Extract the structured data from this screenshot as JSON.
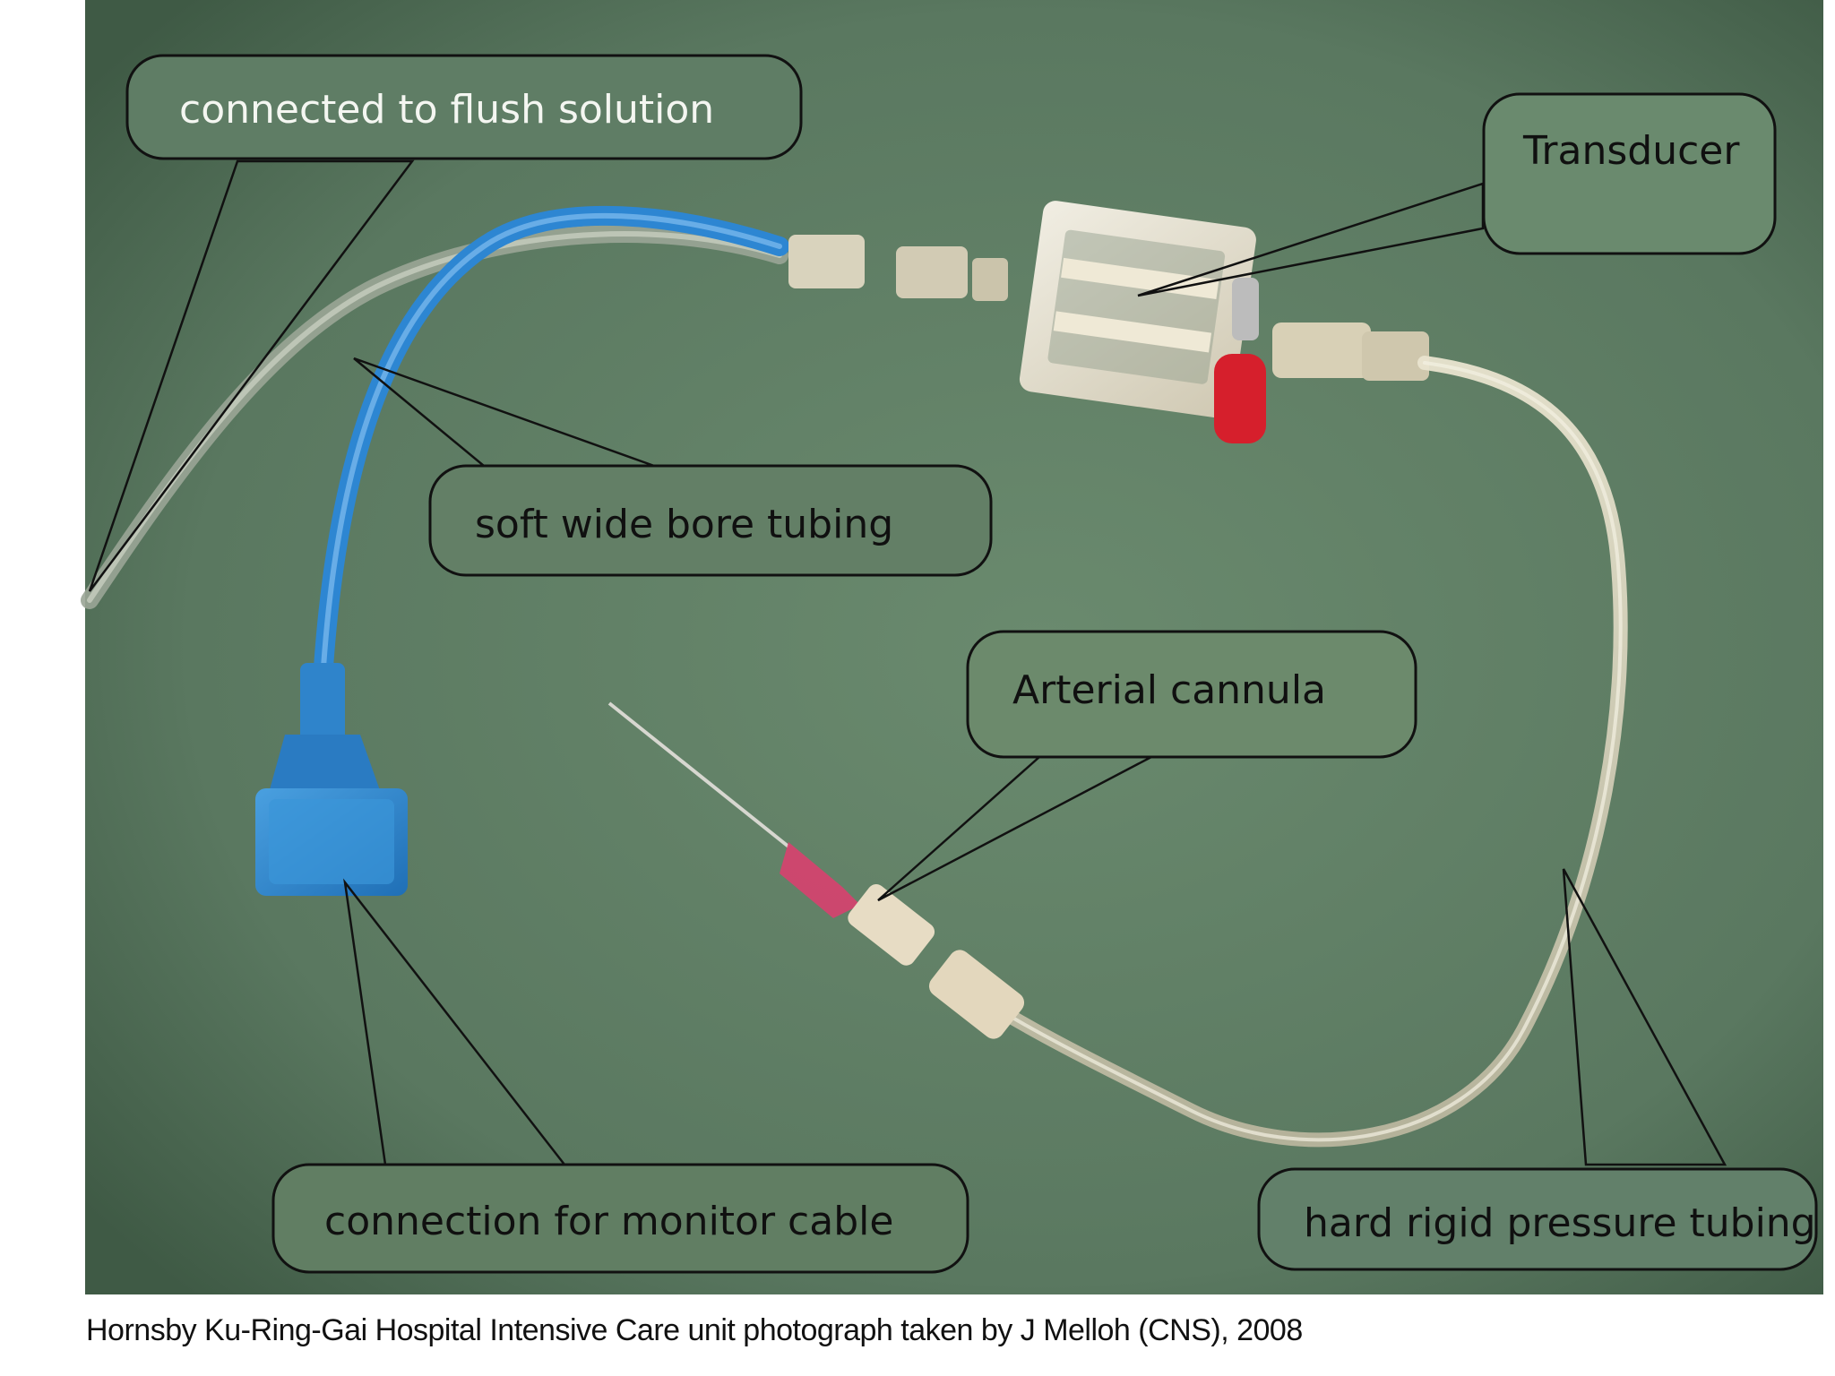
{
  "image": {
    "background_color": "#5e7b63",
    "annotations": {
      "flush": "connected to flush solution",
      "transducer": "Transducer",
      "soft_tubing": "soft wide bore tubing",
      "cannula": "Arterial cannula",
      "monitor_cable": "connection for monitor cable",
      "rigid_tubing": "hard rigid pressure tubing"
    }
  },
  "caption": "Hornsby Ku-Ring-Gai Hospital Intensive Care unit photograph taken by J Melloh (CNS), 2008"
}
